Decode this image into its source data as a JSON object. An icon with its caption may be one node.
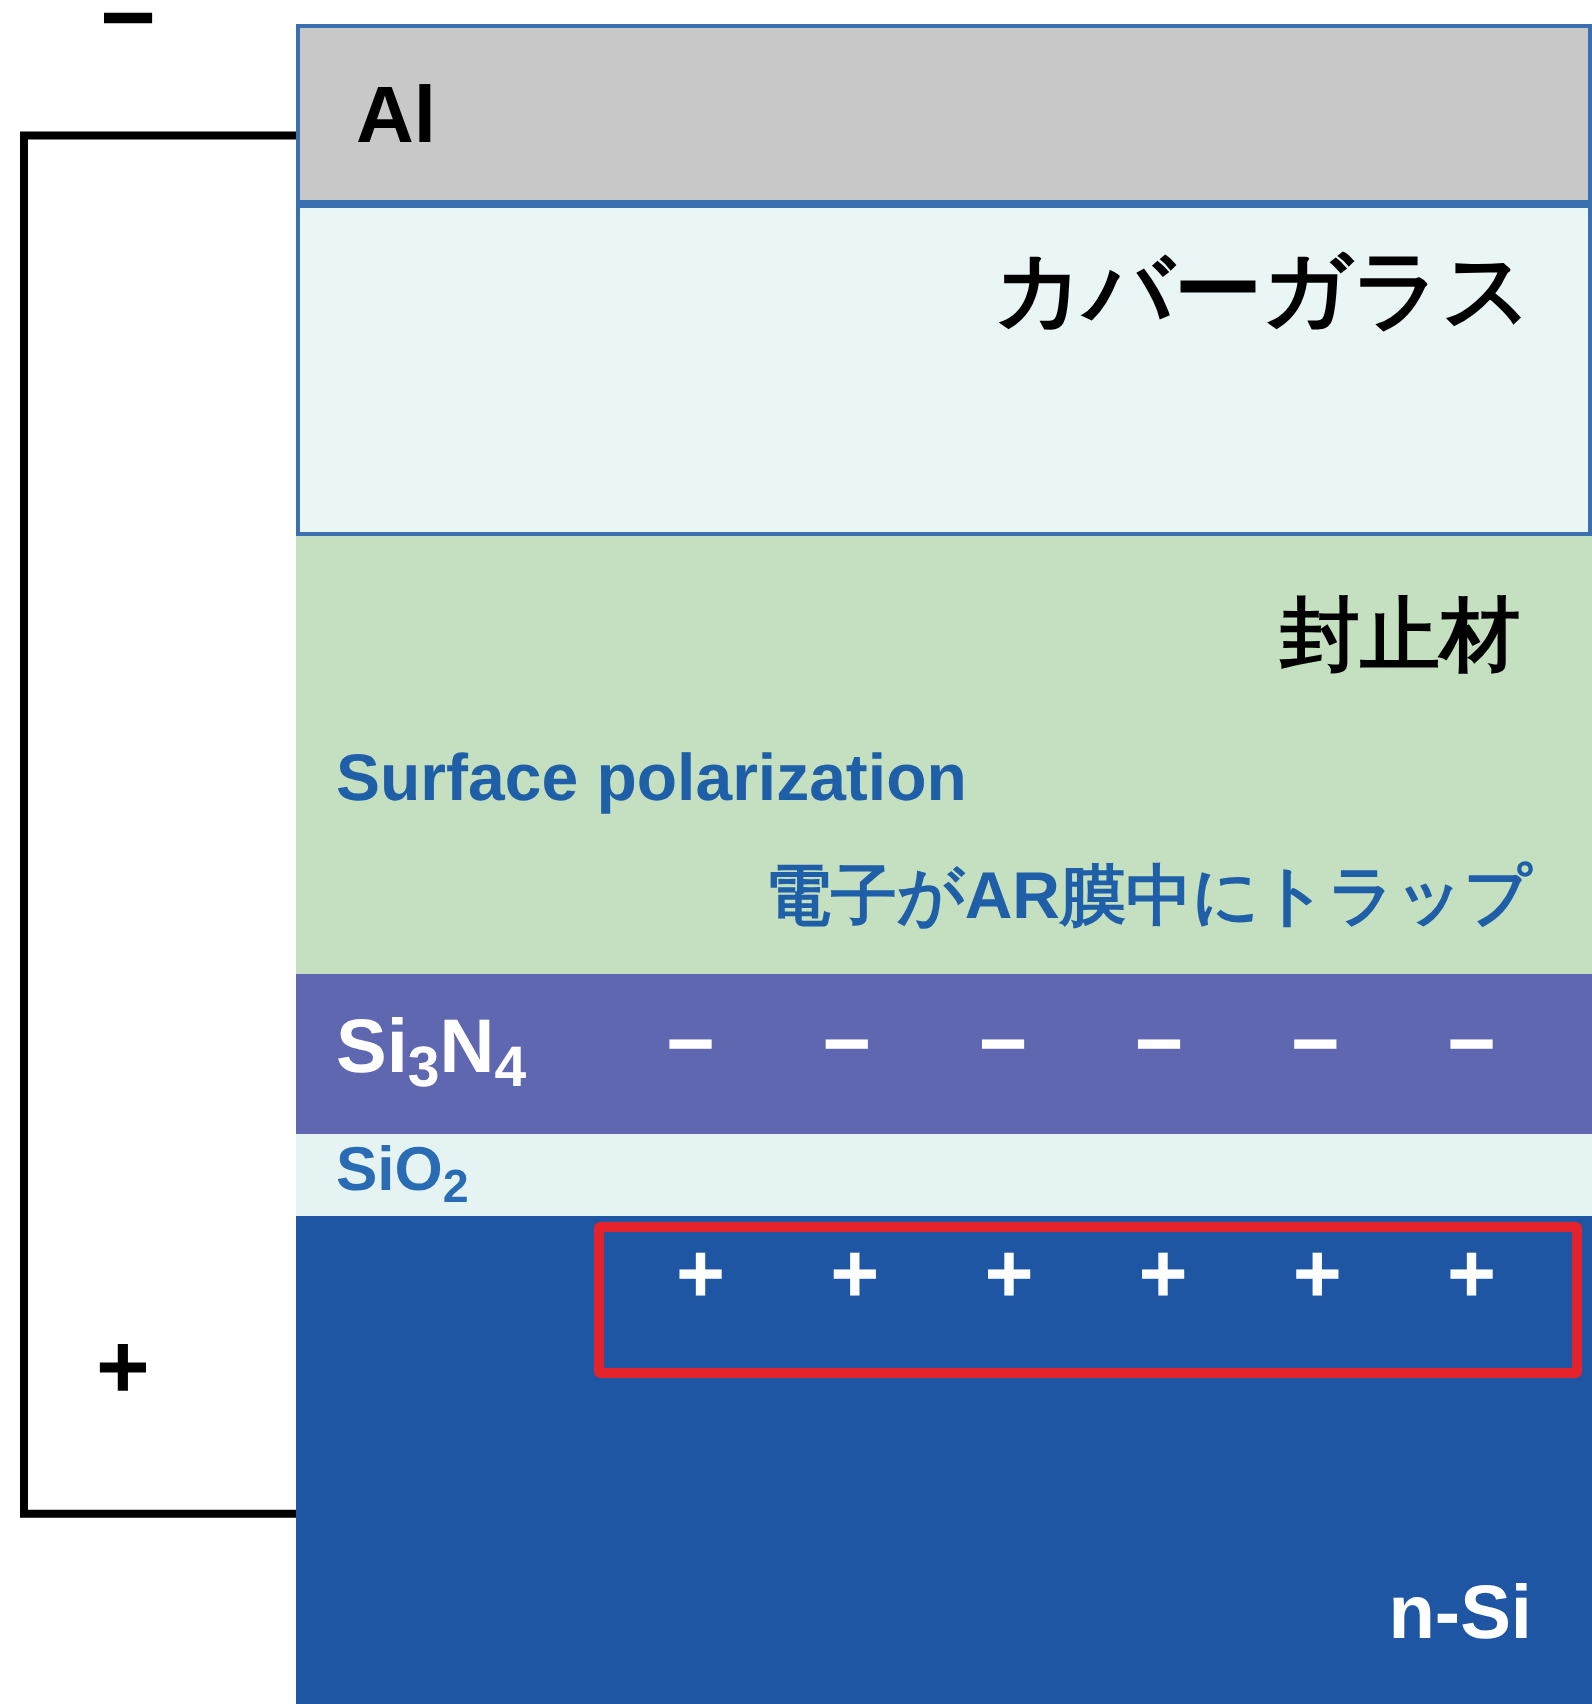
{
  "diagram": {
    "nodes": [
      {
        "text": [
          "Al"
        ]
      },
      {
        "text": [
          "カバーガラス"
        ]
      },
      {
        "text": [
          "封止材",
          "Surface polarization",
          "電子がAR膜中にトラップ"
        ]
      },
      {
        "text": [
          "Si$_{3}$N$_{4}$",
          "−",
          "−",
          "−",
          "−",
          "−",
          "−"
        ]
      },
      {
        "text": [
          "SiO$_{2}$"
        ]
      },
      {
        "text": [
          "n-Si"
        ]
      },
      {
        "text": [
          "+",
          "+",
          "+",
          "+",
          "+",
          "+"
        ],
        "in": 5
      }
    ],
    "edges": [
      {
        "from": 0,
        "to": 5,
        "arrow": "none"
      }
    ],
    "labels": [
      "−",
      "+"
    ]
  }
}
